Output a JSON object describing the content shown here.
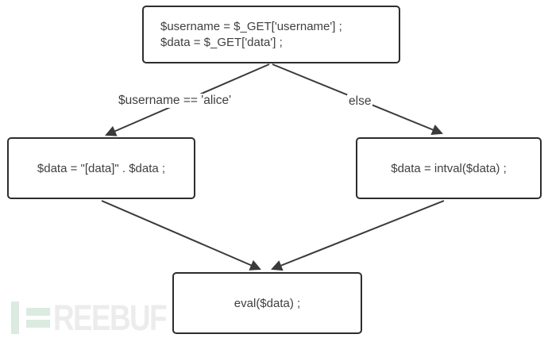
{
  "diagram": {
    "nodes": {
      "source": {
        "line1": "$username = $_GET['username'] ;",
        "line2": "$data = $_GET['data'] ;"
      },
      "alice_branch": {
        "text": "$data = \"[data]\" . $data ;"
      },
      "else_branch": {
        "text": "$data = intval($data) ;"
      },
      "sink": {
        "text": "eval($data) ;"
      }
    },
    "edge_labels": {
      "alice": "$username == 'alice'",
      "else": "else"
    },
    "colors": {
      "line": "#3a3a3a",
      "node_border": "#2d2d2d",
      "text": "#3f3f3f",
      "watermark_green": "#dbebe0",
      "watermark_gray": "#ececec"
    }
  },
  "watermark": {
    "brand_letters": "REEBUF"
  }
}
